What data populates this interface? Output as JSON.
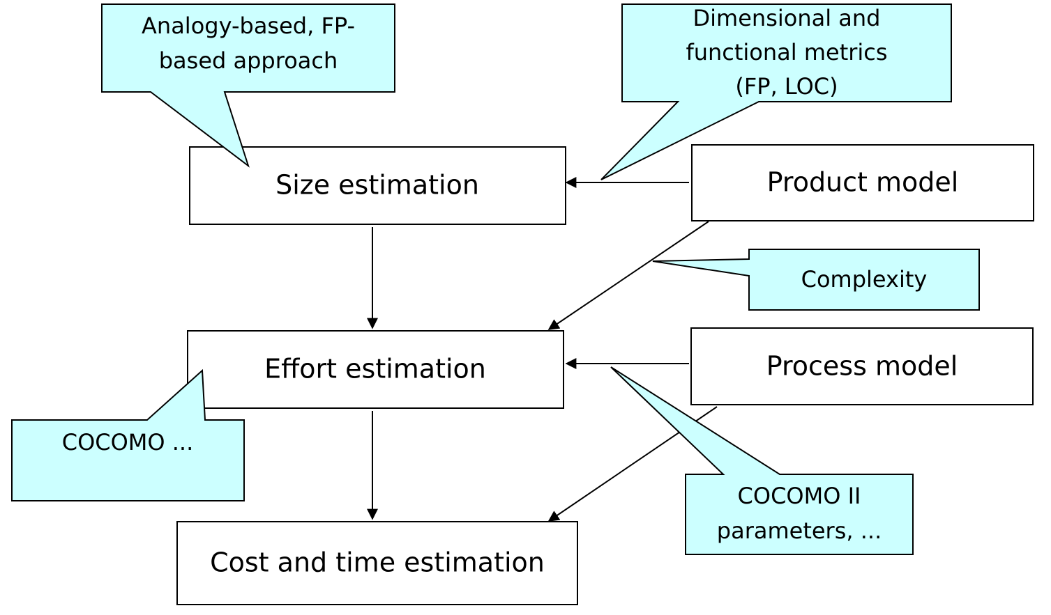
{
  "diagram": {
    "nodes": {
      "size": "Size estimation",
      "effort": "Effort estimation",
      "cost": "Cost and time estimation",
      "product": "Product model",
      "process": "Process model"
    },
    "callouts": {
      "analogy": [
        "Analogy-based, FP-",
        "based approach"
      ],
      "metrics": [
        "Dimensional and",
        "functional metrics",
        "(FP, LOC)"
      ],
      "complexity": [
        "Complexity"
      ],
      "cocomo": [
        "COCOMO ..."
      ],
      "cocomo2": [
        "COCOMO II",
        "parameters, ..."
      ]
    },
    "colors": {
      "callout_fill": "#ccffff",
      "box_fill": "#ffffff",
      "stroke": "#000000"
    }
  }
}
